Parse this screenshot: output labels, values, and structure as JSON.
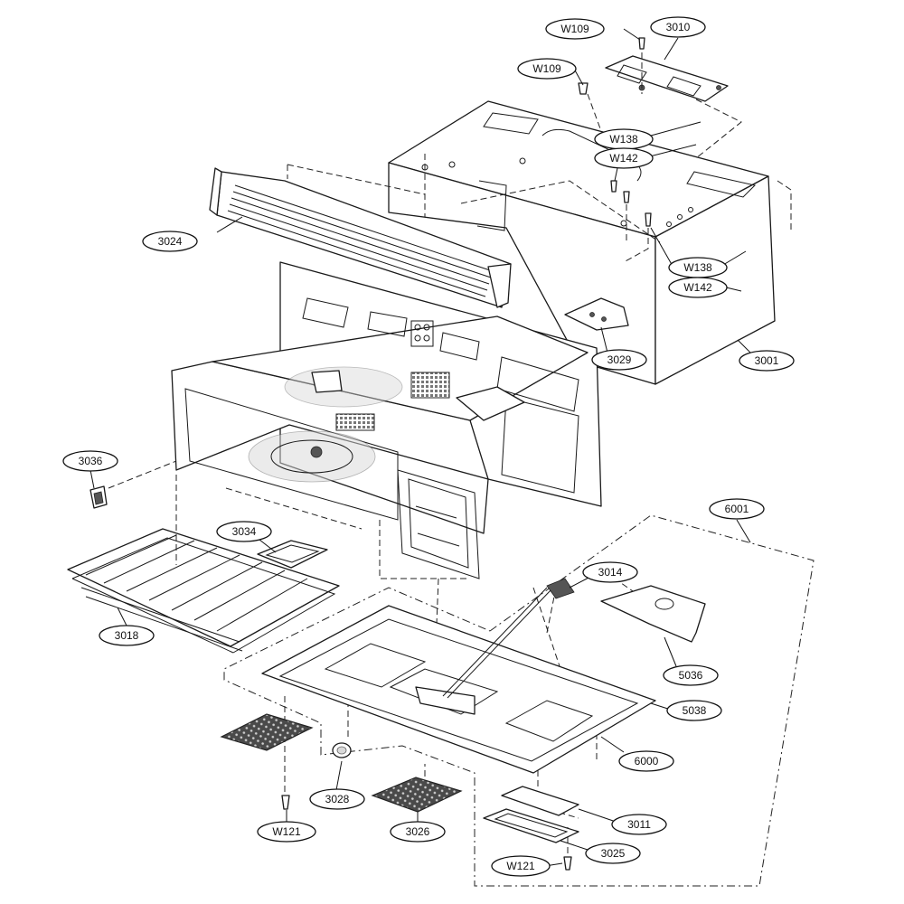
{
  "labels": {
    "w109_top": "W109",
    "p3010": "3010",
    "w109_left": "W109",
    "w138_top": "W138",
    "w142_top": "W142",
    "p3024": "3024",
    "w138_right": "W138",
    "w142_right": "W142",
    "p3029": "3029",
    "p3001": "3001",
    "p3036": "3036",
    "p6001": "6001",
    "p3034": "3034",
    "p3014": "3014",
    "p3018": "3018",
    "p5036": "5036",
    "p5038": "5038",
    "p6000": "6000",
    "p3028": "3028",
    "p3011": "3011",
    "w121_left": "W121",
    "p3026": "3026",
    "p3025": "3025",
    "w121_bottom": "W121"
  }
}
